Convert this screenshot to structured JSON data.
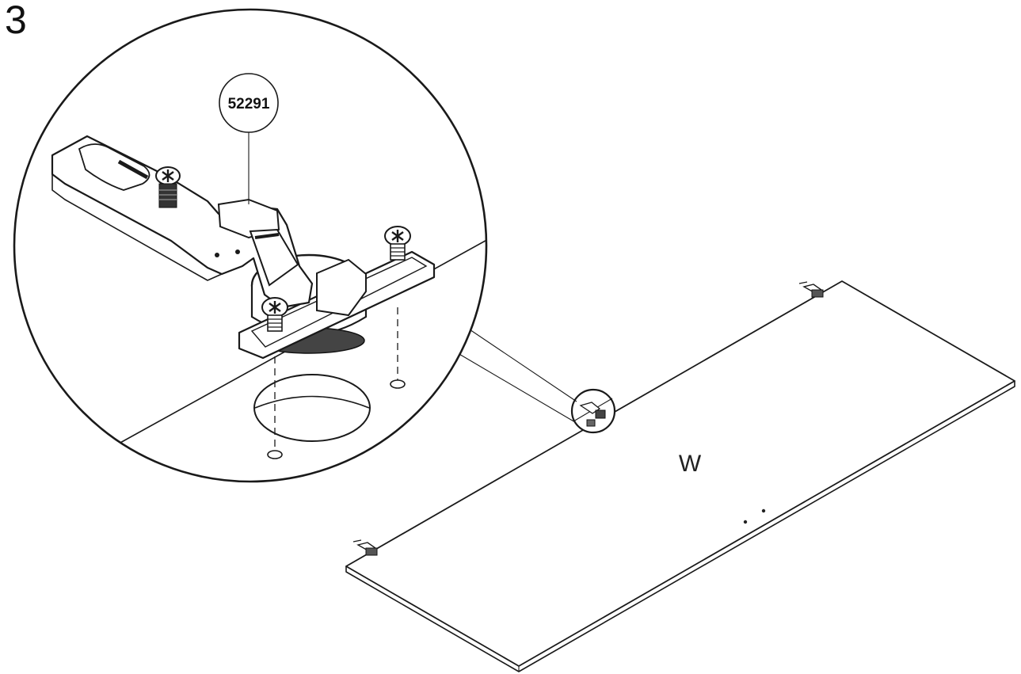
{
  "step": {
    "number": "3"
  },
  "callout": {
    "part_number": "52291"
  },
  "panel": {
    "label": "W"
  },
  "icons": [
    "hinge-icon",
    "screw-icon",
    "hinge-cup-hole-icon"
  ]
}
